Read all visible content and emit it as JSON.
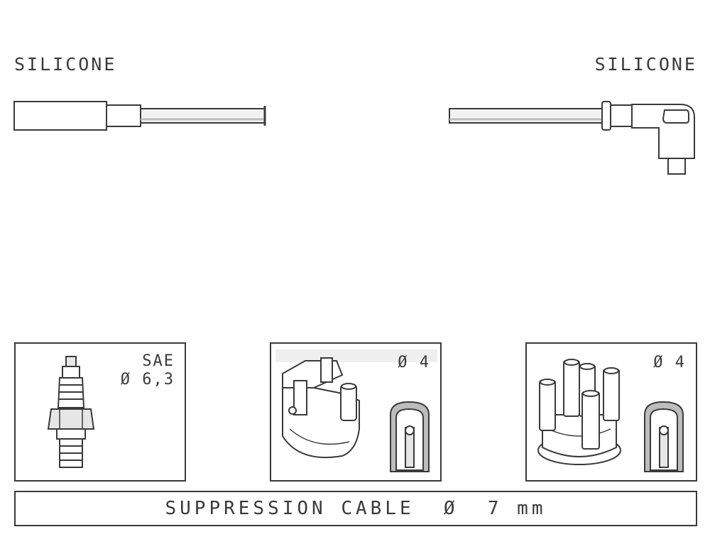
{
  "labels": {
    "left_insulation": "SILICONE",
    "right_insulation": "SILICONE"
  },
  "panels": [
    {
      "icon": "spark-plug-icon",
      "label_line1": "SAE",
      "label_line2": "Ø 6,3"
    },
    {
      "icon": "ignition-coil-icon",
      "label_line1": "Ø 4",
      "label_line2": ""
    },
    {
      "icon": "distributor-cap-icon",
      "label_line1": "Ø 4",
      "label_line2": ""
    }
  ],
  "footer": {
    "text": "SUPPRESSION CABLE  Ø  7 mm"
  },
  "colors": {
    "line": "#3a3a3a",
    "fill_light": "#e6e6e6",
    "fill_mid": "#bdbdbd"
  }
}
